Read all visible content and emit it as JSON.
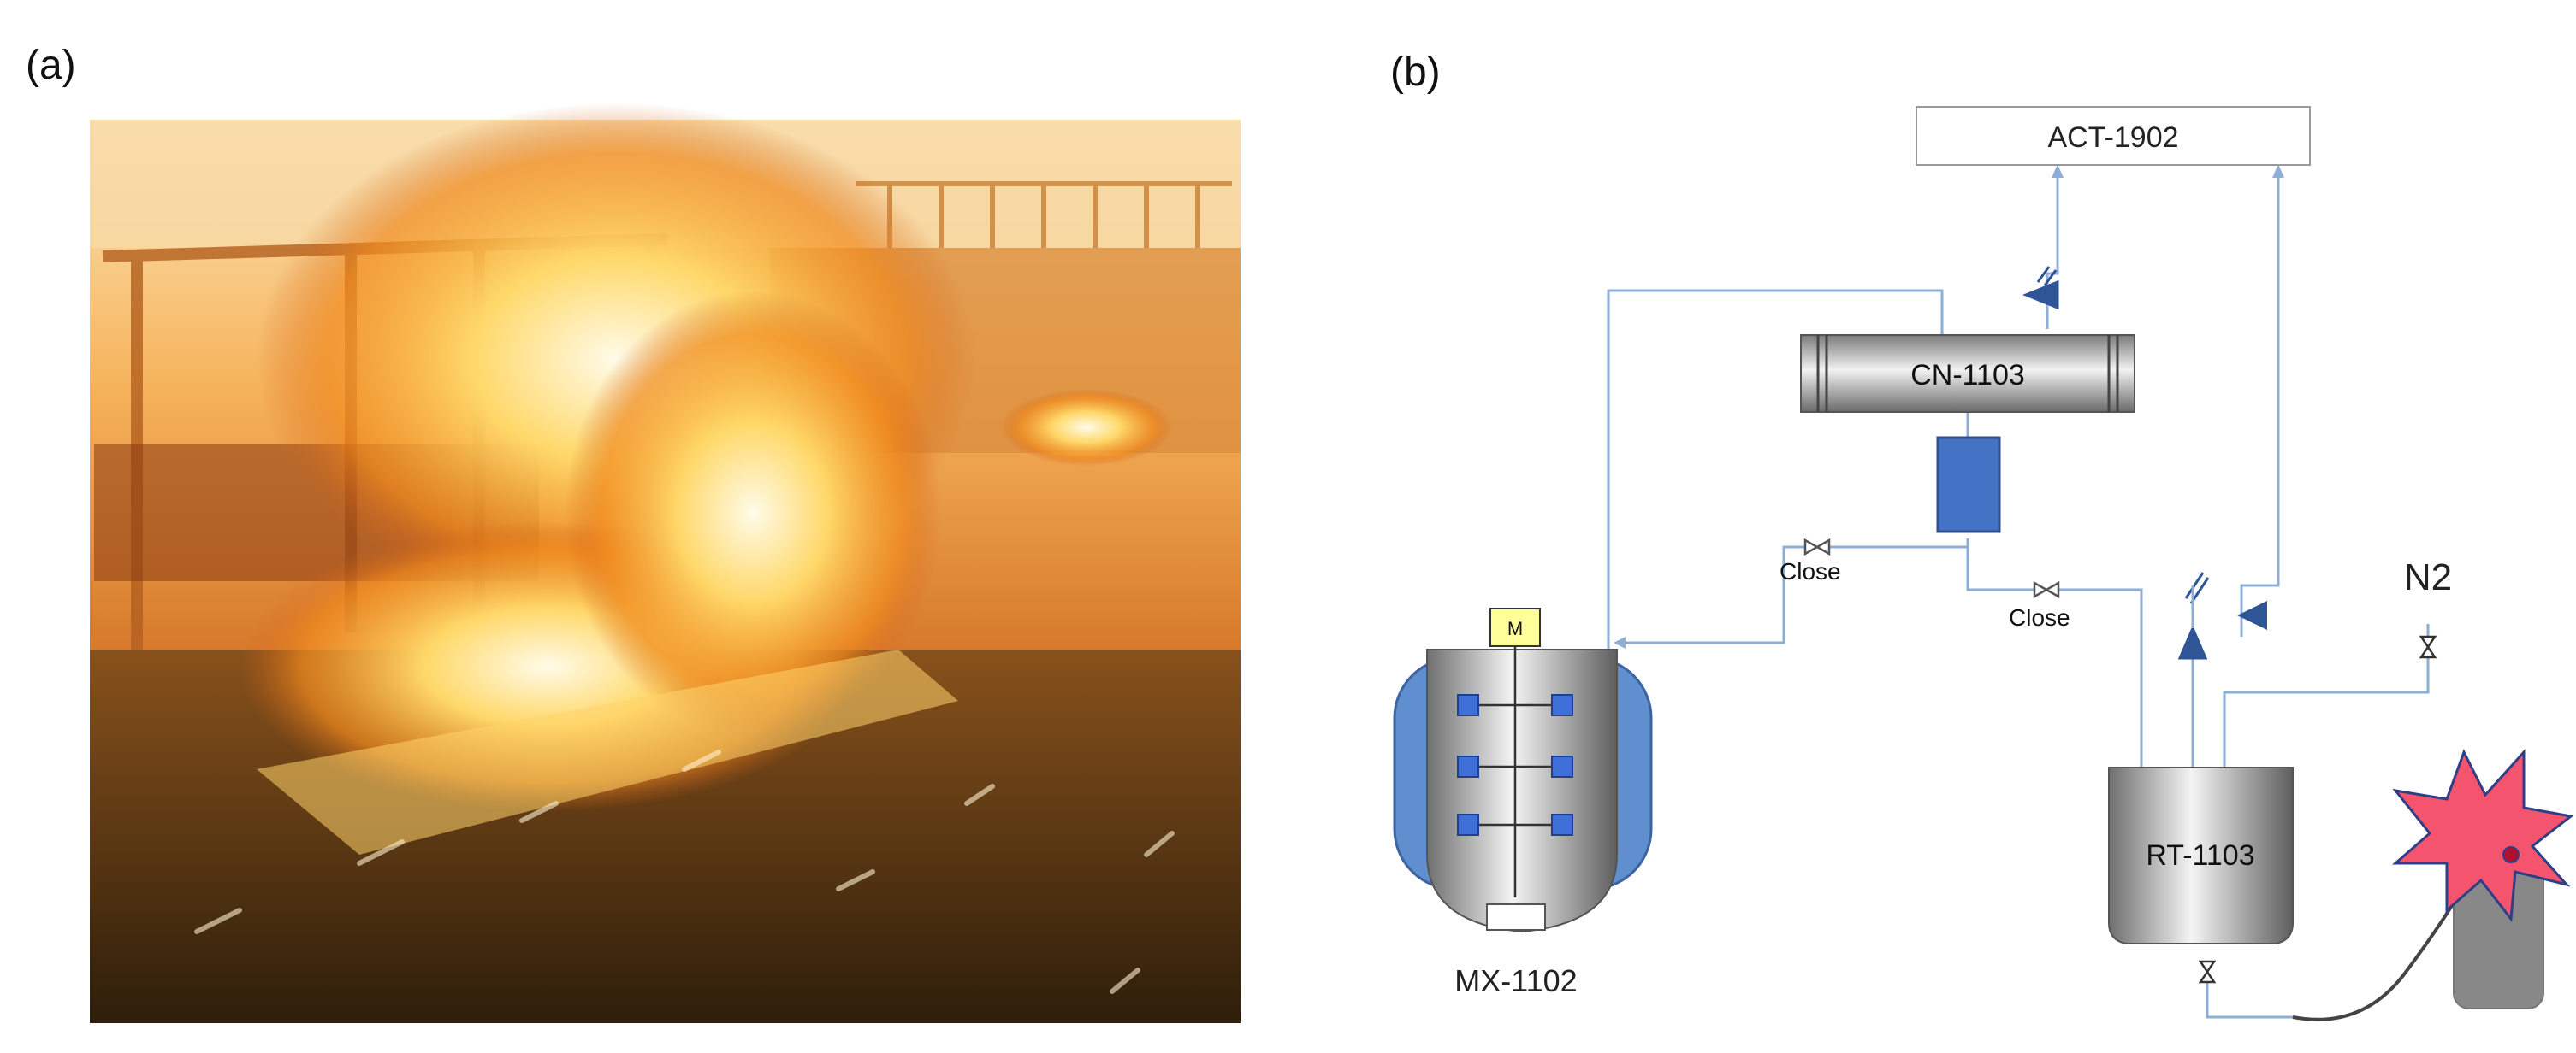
{
  "panels": {
    "a": {
      "label": "(a)"
    },
    "b": {
      "label": "(b)"
    }
  },
  "equipment": {
    "act": "ACT-1902",
    "cn": "CN-1103",
    "mx": "MX-1102",
    "motor": "M",
    "rt": "RT-1103",
    "n2": "N2"
  },
  "valves": {
    "close_left": "Close",
    "close_right": "Close"
  },
  "colors": {
    "line": "#8eaed6",
    "blue": "#4472c4",
    "jacket": "#5f8fcf",
    "motor": "#ffff99",
    "burst": "#f4546e",
    "burst_edge": "#2f3f86"
  },
  "icons": {
    "photo": "fire-explosion-photo",
    "burst": "explosion-burst-icon"
  }
}
